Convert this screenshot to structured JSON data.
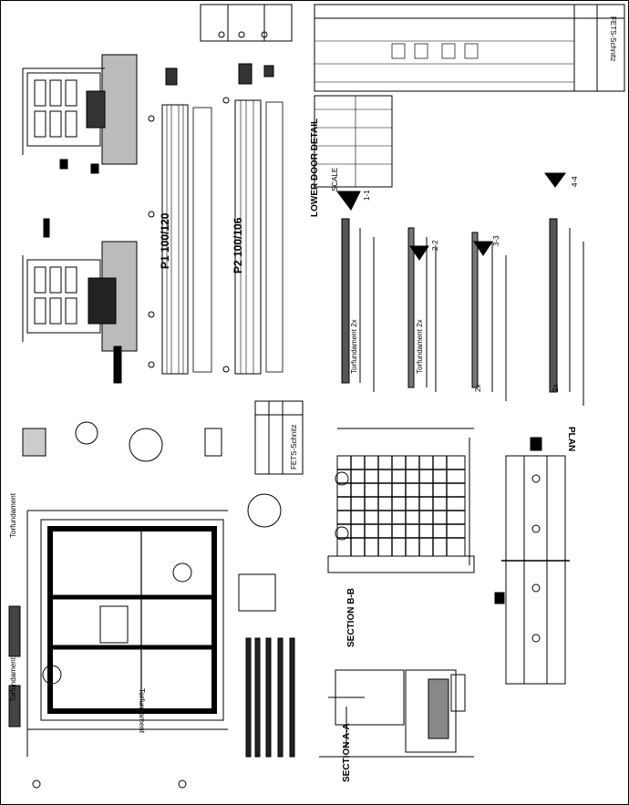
{
  "sheet": {
    "title_block_top": "FETS-Schnitz",
    "title_block_left": "FETS-Schnitz"
  },
  "beam_labels": {
    "p1": "P1 100/120",
    "p2": "P2 100/106"
  },
  "door_detail": {
    "title": "LOWER DOOR DETAIL",
    "scale": "SCALE",
    "sections": [
      "1-1",
      "2-2",
      "3-3",
      "4-4"
    ],
    "foundation_labels": [
      "Torfundament 2x",
      "Torfundament 2x",
      "2x",
      "2x"
    ]
  },
  "lower_left": {
    "label_upper": "Torfundament",
    "label_lower": "Torfundament",
    "label_right": "Torfundament"
  },
  "sections": {
    "bb": "SECTION B-B",
    "aa": "SECTION A-A",
    "plan": "PLAN"
  }
}
